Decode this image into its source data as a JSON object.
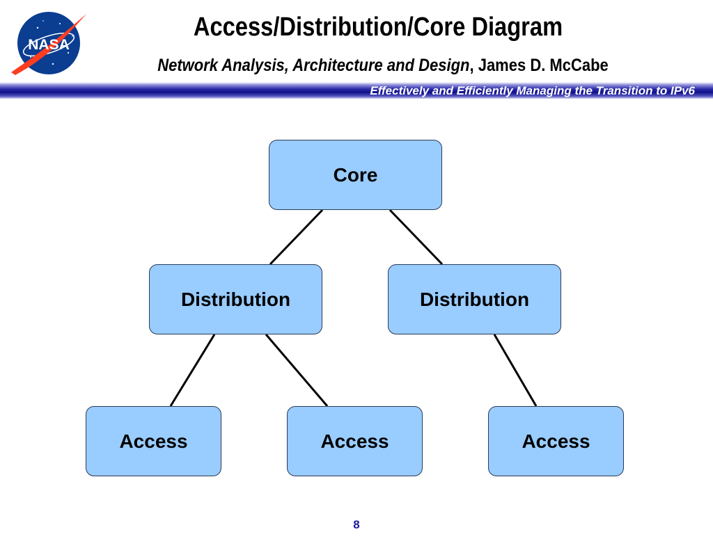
{
  "header": {
    "title": "Access/Distribution/Core Diagram",
    "subtitle_book": "Network Analysis, Architecture and Design",
    "subtitle_author": ", James D. McCabe",
    "tagline": "Effectively and Efficiently Managing the Transition to IPv6",
    "logo_text": "NASA"
  },
  "diagram": {
    "nodes": {
      "core": "Core",
      "distribution_left": "Distribution",
      "distribution_right": "Distribution",
      "access_left": "Access",
      "access_middle": "Access",
      "access_right": "Access"
    }
  },
  "footer": {
    "page_number": "8"
  },
  "colors": {
    "node_fill": "#99ccff",
    "node_border": "#2a3a55",
    "band_blue": "#10108a",
    "page_number": "#1a1a9a"
  }
}
